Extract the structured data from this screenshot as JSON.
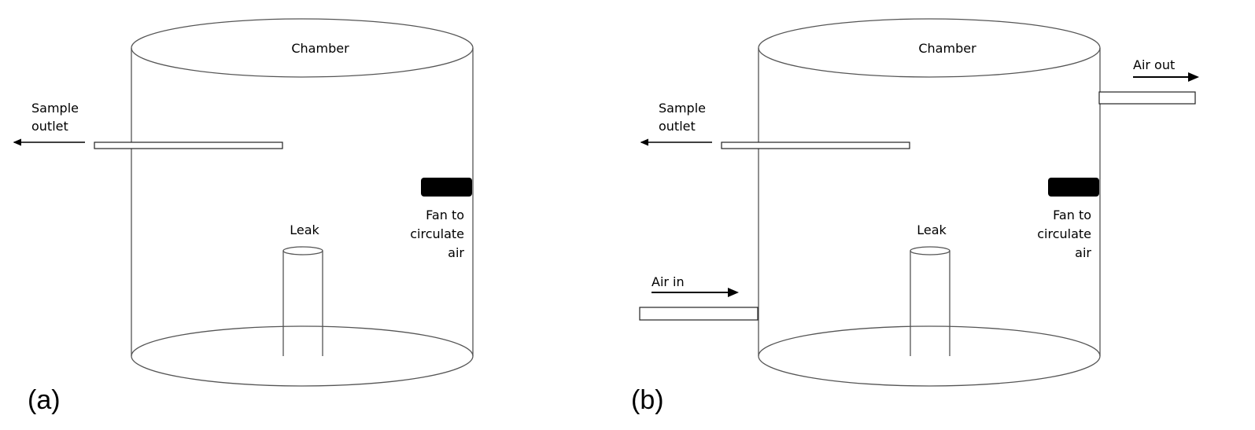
{
  "panels": [
    {
      "id": "a",
      "panel_label": "(a)",
      "chamber_label": "Chamber",
      "sample_outlet_lines": [
        "Sample",
        "outlet"
      ],
      "leak_label": "Leak",
      "fan_lines": [
        "Fan to",
        "circulate",
        "air"
      ]
    },
    {
      "id": "b",
      "panel_label": "(b)",
      "chamber_label": "Chamber",
      "sample_outlet_lines": [
        "Sample",
        "outlet"
      ],
      "leak_label": "Leak",
      "fan_lines": [
        "Fan to",
        "circulate",
        "air"
      ],
      "air_out_label": "Air out",
      "air_in_label": "Air in"
    }
  ],
  "colors": {
    "line": "#555555",
    "fan": "#000000",
    "background": "#ffffff"
  }
}
